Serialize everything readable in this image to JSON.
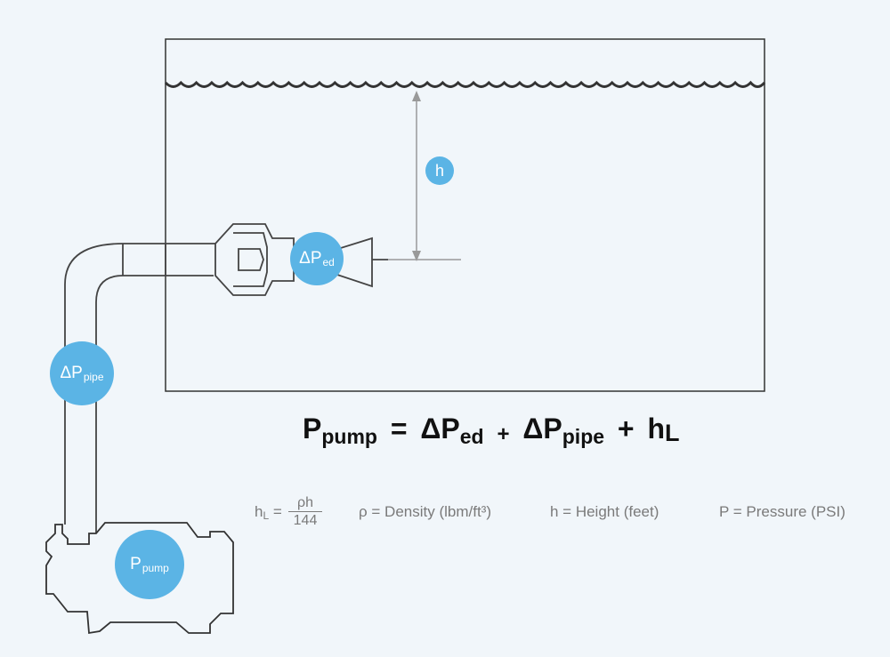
{
  "badges": {
    "h": "h",
    "ped_main": "ΔP",
    "ped_sub": "ed",
    "pipe_main": "ΔP",
    "pipe_sub": "pipe",
    "pump_main": "P",
    "pump_sub": "pump"
  },
  "equation": {
    "lhs_main": "P",
    "lhs_sub": "pump",
    "eq": "=",
    "t1_main": "ΔP",
    "t1_sub": "ed",
    "plus1": "+",
    "t2_main": "ΔP",
    "t2_sub": "pipe",
    "plus2": "+",
    "t3_main": "h",
    "t3_sub": "L"
  },
  "legend": {
    "hl_main": "h",
    "hl_sub": "L",
    "hl_eq": " =",
    "hl_num": "ρh",
    "hl_den": "144",
    "rho": "ρ = Density (lbm/ft³)",
    "height": "h = Height (feet)",
    "pressure": "P = Pressure (PSI)"
  },
  "colors": {
    "badge": "#5bb4e5",
    "line": "#444444",
    "arrow": "#999999",
    "text": "#7a7a7a"
  }
}
